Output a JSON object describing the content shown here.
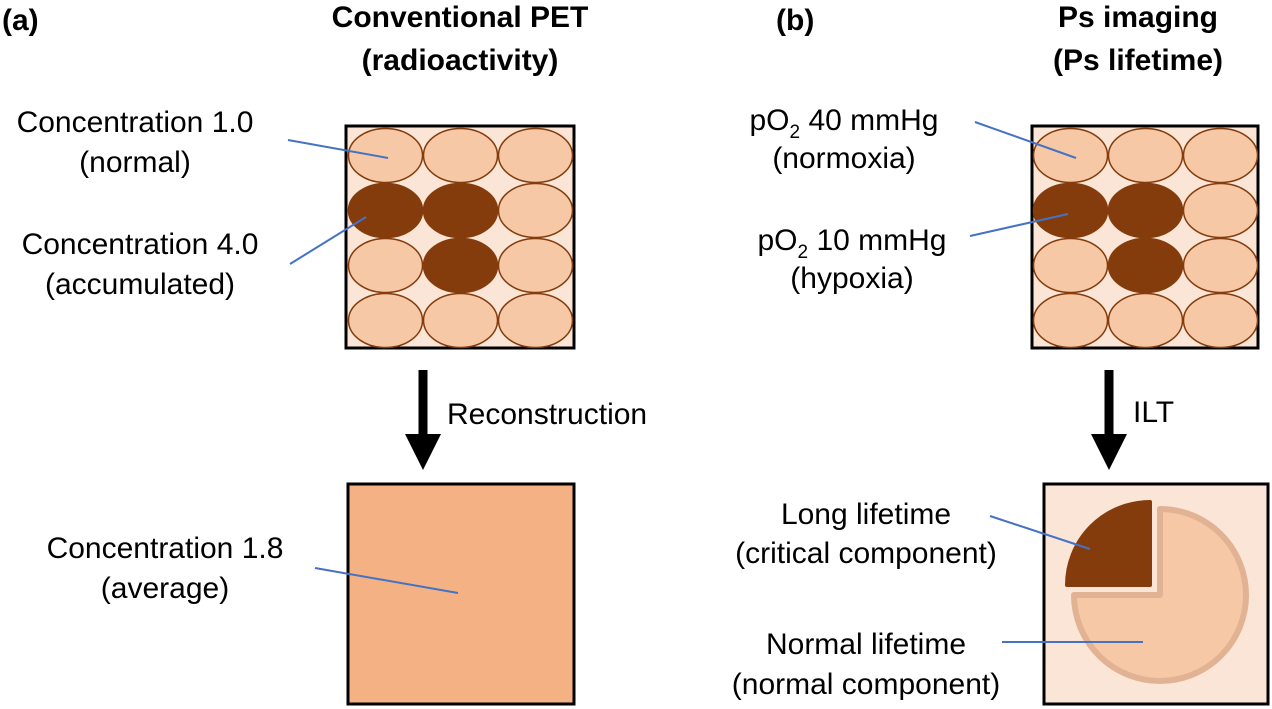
{
  "panel_a": {
    "tag": "(a)",
    "title_line1": "Conventional PET",
    "title_line2": "(radioactivity)",
    "label_normal_1": "Concentration 1.0",
    "label_normal_2": "(normal)",
    "label_accum_1": "Concentration 4.0",
    "label_accum_2": "(accumulated)",
    "arrow_label": "Reconstruction",
    "label_avg_1": "Concentration 1.8",
    "label_avg_2": "(average)"
  },
  "panel_b": {
    "tag": "(b)",
    "title_line1": "Ps imaging",
    "title_line2": "(Ps lifetime)",
    "normoxia_pre": "pO",
    "normoxia_sub": "2",
    "normoxia_post": " 40 mmHg",
    "normoxia_2": "(normoxia)",
    "hypoxia_pre": "pO",
    "hypoxia_sub": "2",
    "hypoxia_post": " 10 mmHg",
    "hypoxia_2": "(hypoxia)",
    "arrow_label": "ILT",
    "long_1": "Long lifetime",
    "long_2": "(critical component)",
    "normal_1": "Normal lifetime",
    "normal_2": "(normal component)"
  },
  "grid_pattern": [
    [
      0,
      0,
      0
    ],
    [
      1,
      1,
      0
    ],
    [
      0,
      1,
      0
    ],
    [
      0,
      0,
      0
    ]
  ],
  "colors": {
    "light_cell": "#f6c8a6",
    "dark_cell": "#843c0c",
    "cell_outline": "#843c0c",
    "box_bg": "#fbe5d6",
    "average": "#f4b183",
    "leader": "#4472c4",
    "pie_light": "#f6c8a6",
    "pie_light_edge": "#e2b294"
  }
}
